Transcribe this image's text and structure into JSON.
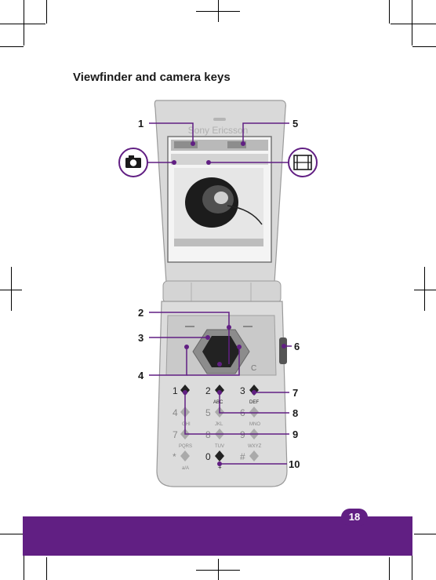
{
  "page": {
    "title": "Viewfinder and camera keys",
    "page_number": "18",
    "brand_text": "Sony Ericsson",
    "accent_color": "#611f83"
  },
  "callouts": [
    "1",
    "2",
    "3",
    "4",
    "5",
    "6",
    "7",
    "8",
    "9",
    "10"
  ],
  "keypad": {
    "keys": [
      {
        "digit": "1",
        "sub": ""
      },
      {
        "digit": "2",
        "sub": "ABC"
      },
      {
        "digit": "3",
        "sub": "DEF"
      },
      {
        "digit": "4",
        "sub": "GHI"
      },
      {
        "digit": "5",
        "sub": "JKL"
      },
      {
        "digit": "6",
        "sub": "MNO"
      },
      {
        "digit": "7",
        "sub": "PQRS"
      },
      {
        "digit": "8",
        "sub": "TUV"
      },
      {
        "digit": "9",
        "sub": "WXYZ"
      },
      {
        "digit": "*",
        "sub": "a/A"
      },
      {
        "digit": "0",
        "sub": "+"
      },
      {
        "digit": "#",
        "sub": ""
      }
    ],
    "clear_key": "C"
  },
  "icons": {
    "left_badge": "camera-icon",
    "right_badge": "video-film-icon"
  }
}
